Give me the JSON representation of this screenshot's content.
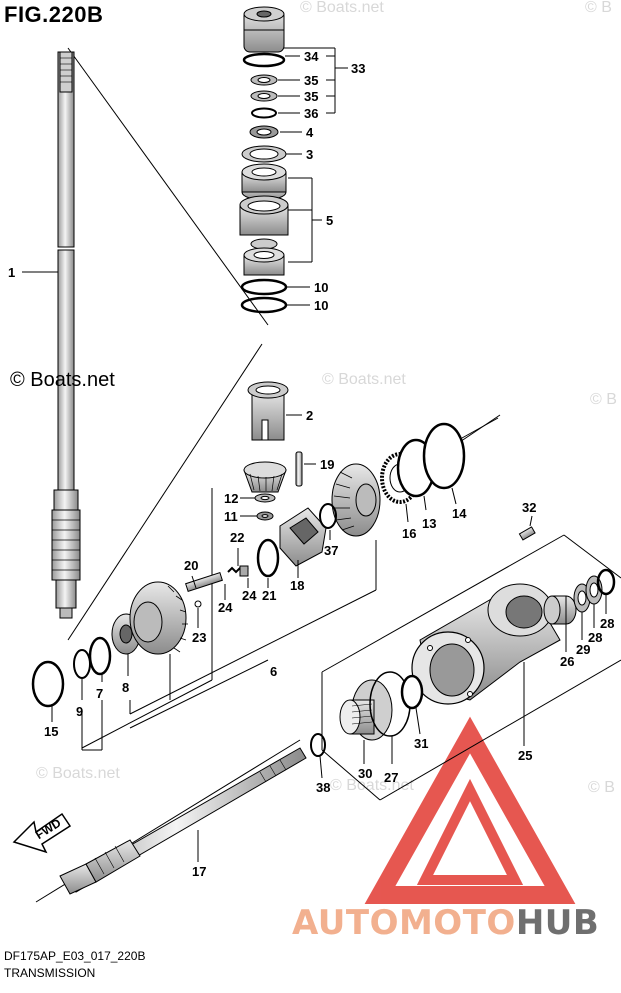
{
  "figure": {
    "title": "FIG.220B",
    "code": "DF175AP_E03_017_220B",
    "name": "TRANSMISSION"
  },
  "watermark": {
    "main": "© Boats.net",
    "faint": "© Boats.net"
  },
  "brand": {
    "part1": "AUTOMOTO",
    "part2": "HUB",
    "colors": {
      "accent": "#e23a32",
      "light": "#f2b08f",
      "gray": "#6f6f6f"
    }
  },
  "direction_label": "FWD",
  "callouts": {
    "c1": "1",
    "c2": "2",
    "c3": "3",
    "c4": "4",
    "c5": "5",
    "c6": "6",
    "c7": "7",
    "c8": "8",
    "c9": "9",
    "c10a": "10",
    "c10b": "10",
    "c11": "11",
    "c12": "12",
    "c13": "13",
    "c14": "14",
    "c15": "15",
    "c16": "16",
    "c17": "17",
    "c18": "18",
    "c19": "19",
    "c20": "20",
    "c21": "21",
    "c22": "22",
    "c23": "23",
    "c24": "24",
    "c25": "25",
    "c26": "26",
    "c27": "27",
    "c28a": "28",
    "c28b": "28",
    "c29": "29",
    "c30": "30",
    "c31": "31",
    "c32": "32",
    "c33": "33",
    "c34": "34",
    "c35a": "35",
    "c35b": "35",
    "c36": "36",
    "c37": "37",
    "c38": "38"
  }
}
